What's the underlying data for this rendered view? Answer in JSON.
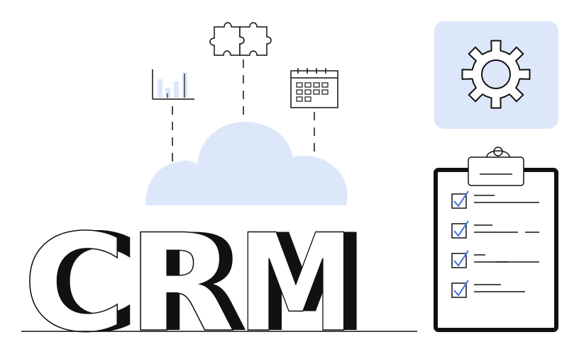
{
  "heading": {
    "letters": [
      "C",
      "R",
      "M"
    ]
  },
  "icons": {
    "bar_chart": "bar-chart-icon",
    "puzzle": "puzzle-icon",
    "calendar": "calendar-icon",
    "cloud": "cloud-icon",
    "gear": "gear-icon",
    "clipboard": "clipboard-icon",
    "checkbox": "checkbox-checked-icon"
  },
  "checklist": {
    "checked_items": 4
  },
  "colors": {
    "ink": "#111111",
    "accent_fill": "#dde7fa",
    "check_blue": "#3d6fe0"
  }
}
